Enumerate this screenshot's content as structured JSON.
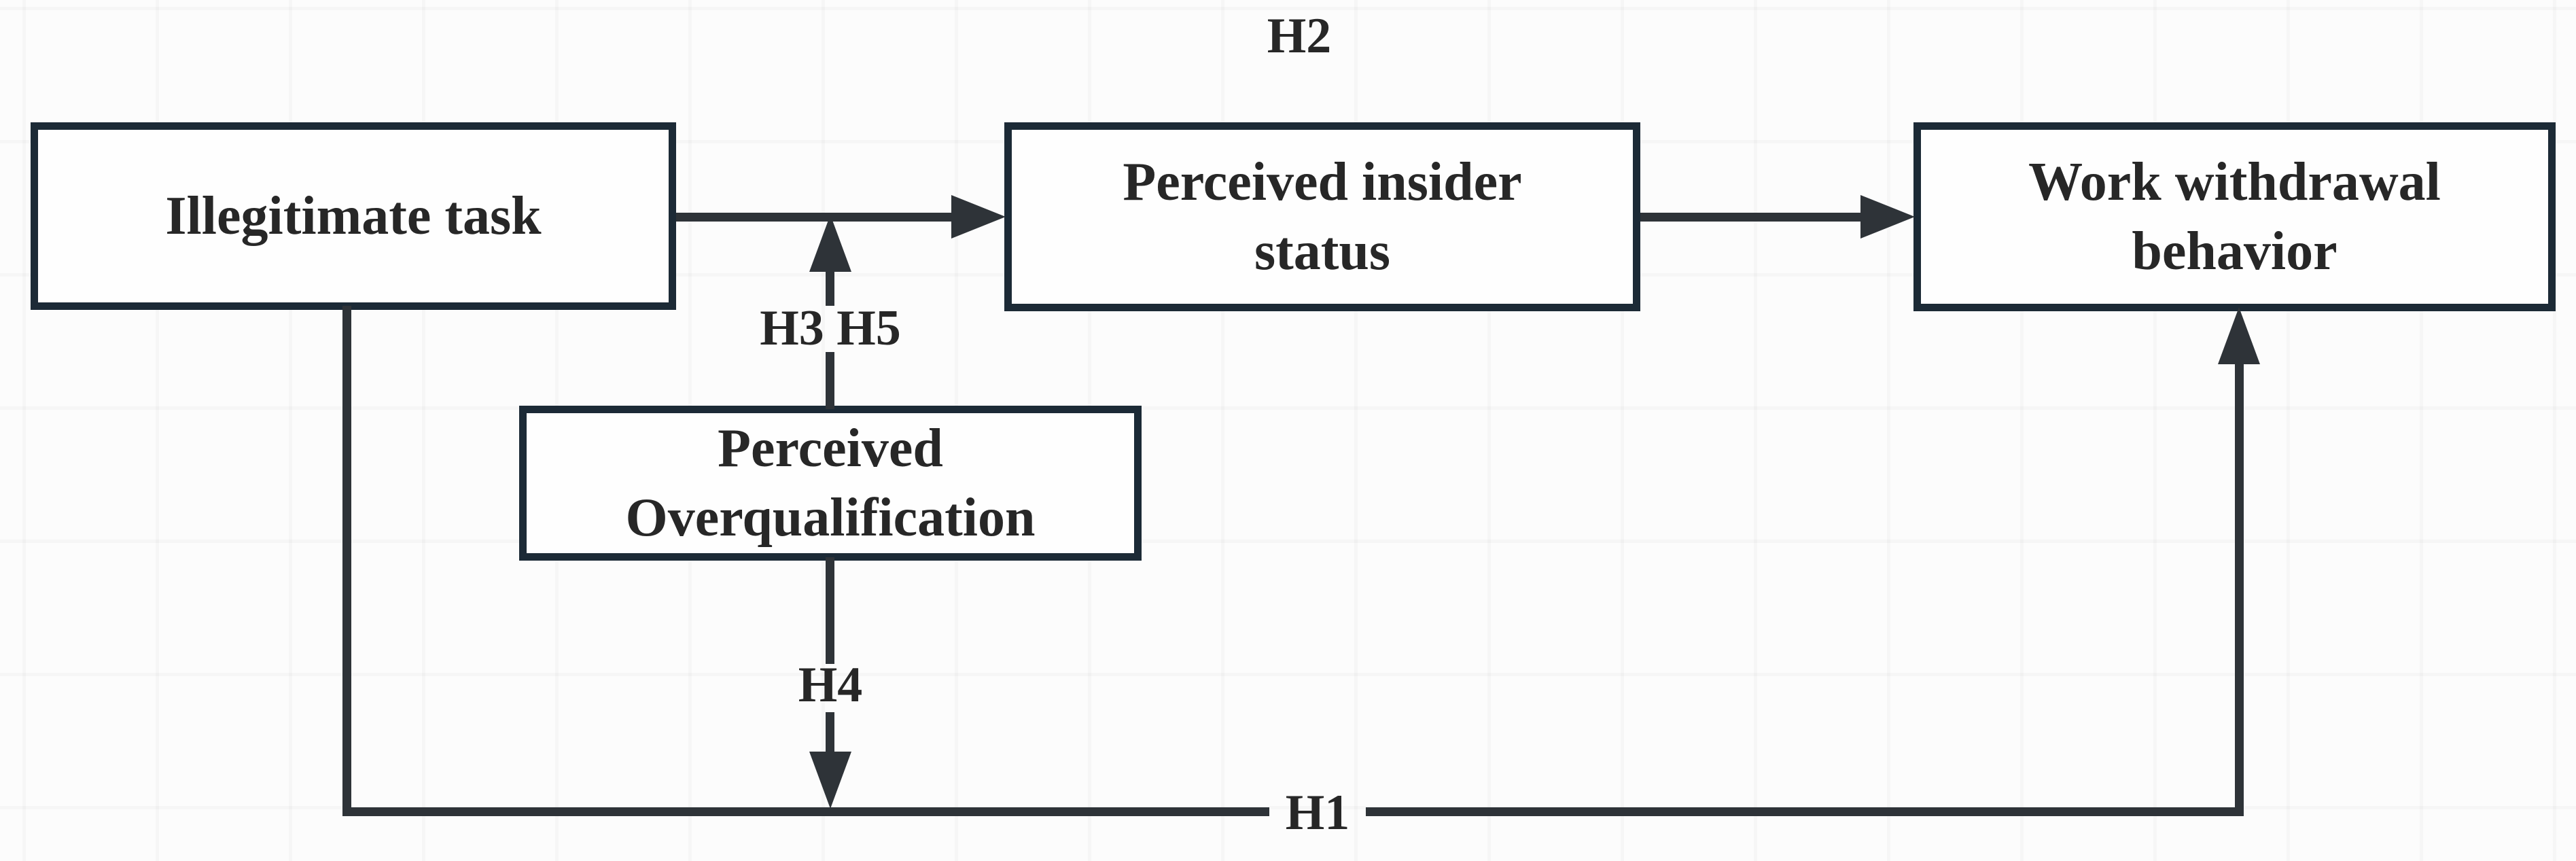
{
  "diagram": {
    "top_label": "H2",
    "nodes": {
      "illegitimate_task": {
        "label": "Illegitimate task"
      },
      "perceived_insider_status": {
        "label": "Perceived insider status"
      },
      "work_withdrawal_behavior": {
        "label": "Work withdrawal behavior"
      },
      "perceived_overqualification": {
        "label": "Perceived Overqualification"
      }
    },
    "edges": [
      {
        "id": "it-pis",
        "from": "illegitimate_task",
        "to": "perceived_insider_status",
        "type": "direct",
        "label": ""
      },
      {
        "id": "pis-wwb",
        "from": "perceived_insider_status",
        "to": "work_withdrawal_behavior",
        "type": "direct",
        "label": ""
      },
      {
        "id": "it-wwb",
        "from": "illegitimate_task",
        "to": "work_withdrawal_behavior",
        "type": "direct",
        "label": "H1"
      },
      {
        "id": "po-on-it-pis",
        "from": "perceived_overqualification",
        "to": "it-pis",
        "type": "moderation",
        "label": "H3 H5"
      },
      {
        "id": "po-on-it-wwb",
        "from": "perceived_overqualification",
        "to": "it-wwb",
        "type": "moderation",
        "label": "H4"
      }
    ],
    "colors": {
      "box_border": "#1c2a36",
      "line": "#2e3338",
      "text": "#272727",
      "background": "#fcfcfc",
      "node_fill": "#fefefe"
    }
  }
}
